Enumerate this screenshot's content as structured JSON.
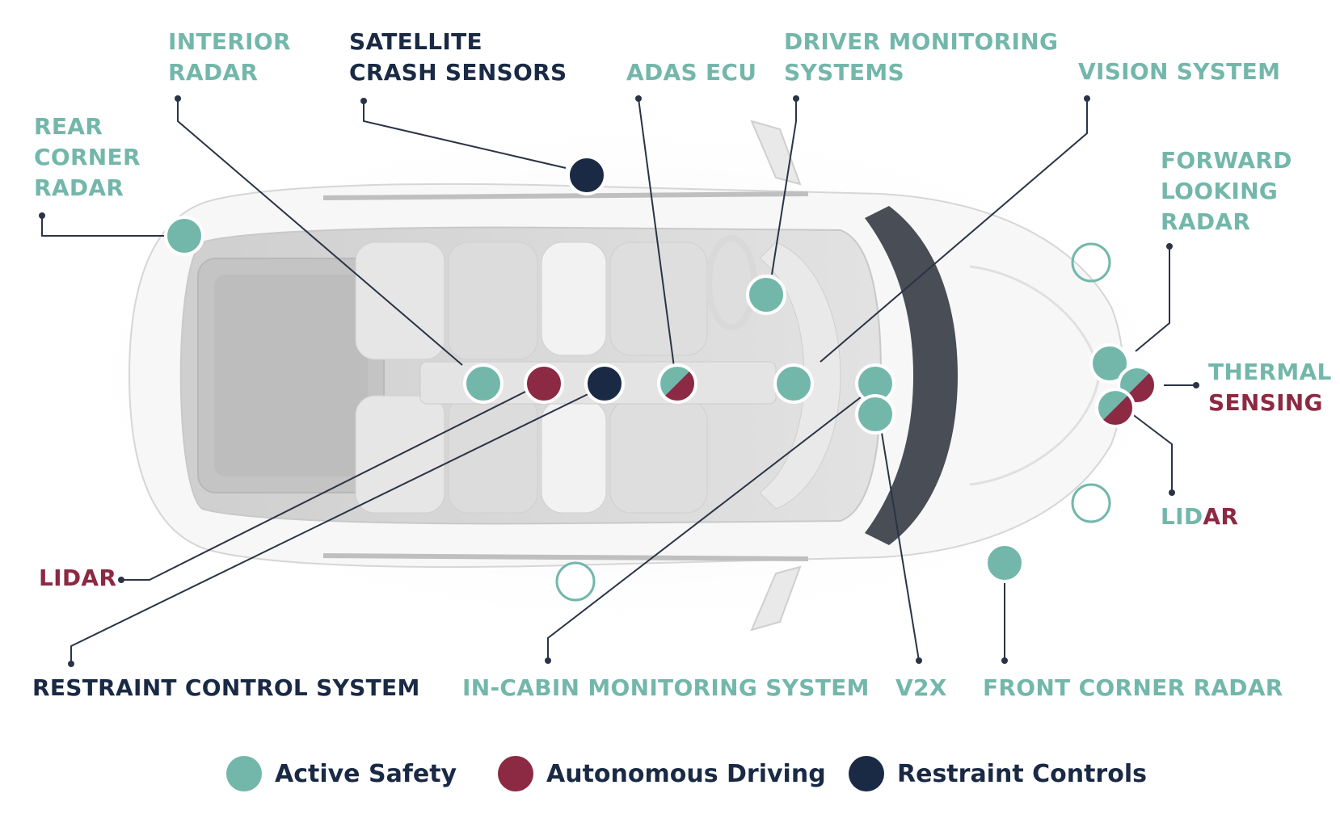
{
  "colors": {
    "active_safety": "#73b7ab",
    "autonomous_driving": "#8c2943",
    "restraint_controls": "#1a2a45",
    "leader_line": "#2a3446"
  },
  "labels": {
    "interior_radar": [
      "INTERIOR",
      "RADAR"
    ],
    "satellite_crash_sensors": [
      "SATELLITE",
      "CRASH SENSORS"
    ],
    "adas_ecu": "ADAS ECU",
    "driver_monitoring_systems": [
      "DRIVER MONITORING",
      "SYSTEMS"
    ],
    "vision_system": "VISION SYSTEM",
    "rear_corner_radar": [
      "REAR",
      "CORNER",
      "RADAR"
    ],
    "forward_looking_radar": [
      "FORWARD",
      "LOOKING",
      "RADAR"
    ],
    "thermal_sensing": [
      "THERMAL",
      "SENSING"
    ],
    "lidar_right": [
      "LID",
      "AR"
    ],
    "lidar_left": [
      "LID",
      "AR"
    ],
    "restraint_control_system": "RESTRAINT CONTROL SYSTEM",
    "in_cabin_monitoring_system": "IN-CABIN MONITORING SYSTEM",
    "v2x": "V2X",
    "front_corner_radar": "FRONT CORNER RADAR"
  },
  "legend": [
    {
      "label": "Active Safety",
      "color": "#73b7ab"
    },
    {
      "label": "Autonomous Driving",
      "color": "#8c2943"
    },
    {
      "label": "Restraint Controls",
      "color": "#1a2a45"
    }
  ]
}
